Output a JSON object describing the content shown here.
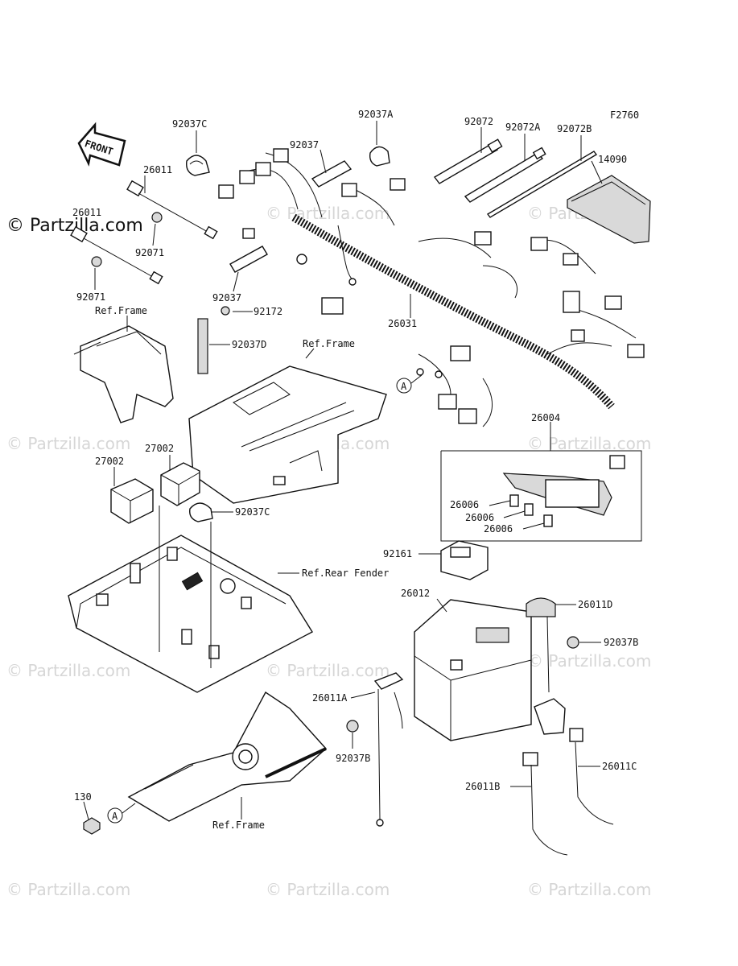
{
  "diagram_code": "F2760",
  "front_label": "FRONT",
  "logo_watermark": "© Partzilla.com",
  "watermark_text": "© Partzilla.com",
  "callout_marker": "A",
  "labels": {
    "p92037C_top": "92037C",
    "p92037A": "92037A",
    "p92072": "92072",
    "p92072A": "92072A",
    "p92072B": "92072B",
    "p14090": "14090",
    "p92037_top": "92037",
    "p26011_top": "26011",
    "p26011_mid": "26011",
    "p92071_a": "92071",
    "p92071_b": "92071",
    "p92037_mid": "92037",
    "p92172": "92172",
    "p26031": "26031",
    "p92037D": "92037D",
    "ref_frame_1": "Ref.Frame",
    "ref_frame_2": "Ref.Frame",
    "p26004": "26004",
    "p27002_a": "27002",
    "p27002_b": "27002",
    "p92037C_mid": "92037C",
    "p26006_a": "26006",
    "p26006_b": "26006",
    "p26006_c": "26006",
    "p92161": "92161",
    "ref_rear_fender": "Ref.Rear Fender",
    "p26012": "26012",
    "p26011D": "26011D",
    "p92037B_a": "92037B",
    "p26011A": "26011A",
    "p92037B_b": "92037B",
    "p26011C": "26011C",
    "p26011B": "26011B",
    "p130": "130",
    "ref_frame_3": "Ref.Frame"
  }
}
